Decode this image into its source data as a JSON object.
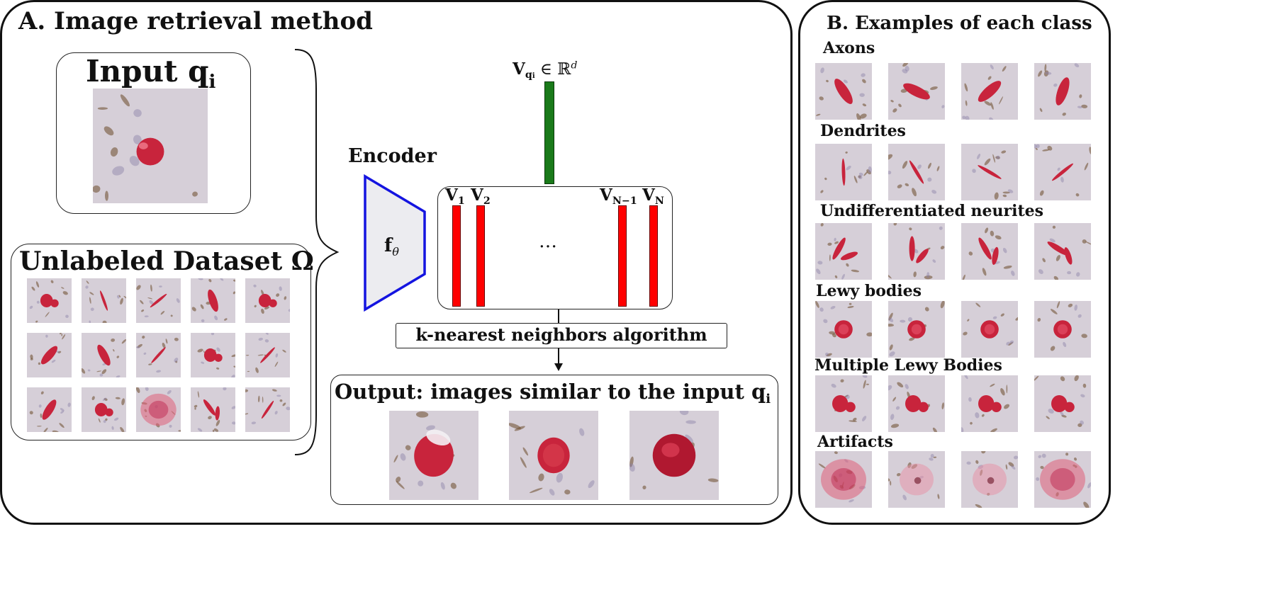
{
  "panel_a": {
    "title": "A. Image retrieval method",
    "input": {
      "label": "Input",
      "sub": "i",
      "qvar": "q"
    },
    "dataset": {
      "label": "Unlabeled Dataset Ω"
    },
    "encoder": {
      "label": "Encoder",
      "func": "f",
      "func_sub": "θ"
    },
    "query_vector": {
      "label_prefix": "V",
      "label_sub": "q",
      "label_subsub": "i",
      "label_suffix": " ∈ ℝ",
      "label_sup": "d"
    },
    "db_vectors": [
      {
        "name": "V",
        "sub": "1"
      },
      {
        "name": "V",
        "sub": "2"
      },
      {
        "name": "V",
        "sub": "N−1"
      },
      {
        "name": "V",
        "sub": "N"
      }
    ],
    "ellipsis": "…",
    "knn_label": "k-nearest neighbors algorithm",
    "output": {
      "label": "Output: images similar to the input",
      "qvar": "q",
      "sub": "i"
    }
  },
  "panel_b": {
    "title": "B. Examples of each class",
    "classes": [
      {
        "label": "Axons"
      },
      {
        "label": "Dendrites"
      },
      {
        "label": "Undifferentiated neurites"
      },
      {
        "label": "Lewy bodies"
      },
      {
        "label": "Multiple Lewy Bodies"
      },
      {
        "label": "Artifacts"
      }
    ]
  },
  "colors": {
    "query_vector": "#1a7a1a",
    "db_vector": "#ff0000",
    "encoder_stroke": "#1414e0",
    "encoder_fill": "#ececf0",
    "tissue": "#d6cfd8",
    "stain": "#c8243c",
    "debris": "#6b4a2a"
  }
}
